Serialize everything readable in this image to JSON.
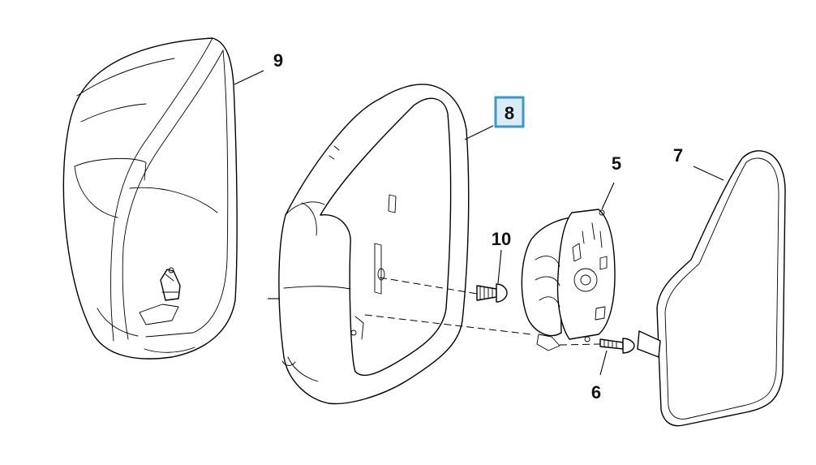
{
  "diagram": {
    "highlight_color": "#3a98cf",
    "highlight_fill": "#d9ecf7",
    "callouts": {
      "c9": "9",
      "c8": "8",
      "c5": "5",
      "c7": "7",
      "c10": "10",
      "c6": "6"
    },
    "highlighted_callout": "8"
  }
}
